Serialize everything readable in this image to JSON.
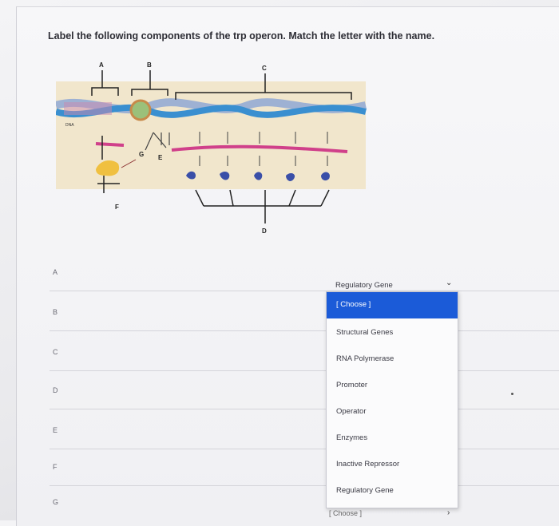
{
  "question": "Label the following components of the trp operon. Match the letter with the name.",
  "diagram": {
    "letters": [
      "A",
      "B",
      "C",
      "D",
      "E",
      "F",
      "G"
    ],
    "dna_label": "DNA"
  },
  "rows": [
    {
      "label": "A"
    },
    {
      "label": "B"
    },
    {
      "label": "C"
    },
    {
      "label": "D"
    },
    {
      "label": "E"
    },
    {
      "label": "F"
    },
    {
      "label": "G"
    }
  ],
  "dropdown": {
    "current_value": "Regulatory Gene",
    "options": [
      "[ Choose ]",
      "Structural Genes",
      "RNA Polymerase",
      "Promoter",
      "Operator",
      "Enzymes",
      "Inactive Repressor",
      "Regulatory Gene"
    ],
    "highlighted_index": 0
  },
  "g_select_value": "[ Choose ]",
  "colors": {
    "highlight": "#1b5bd8",
    "dna_blue": "#3a8fd0",
    "mrna_pink": "#d0408a",
    "repressor_yellow": "#f0c040"
  }
}
